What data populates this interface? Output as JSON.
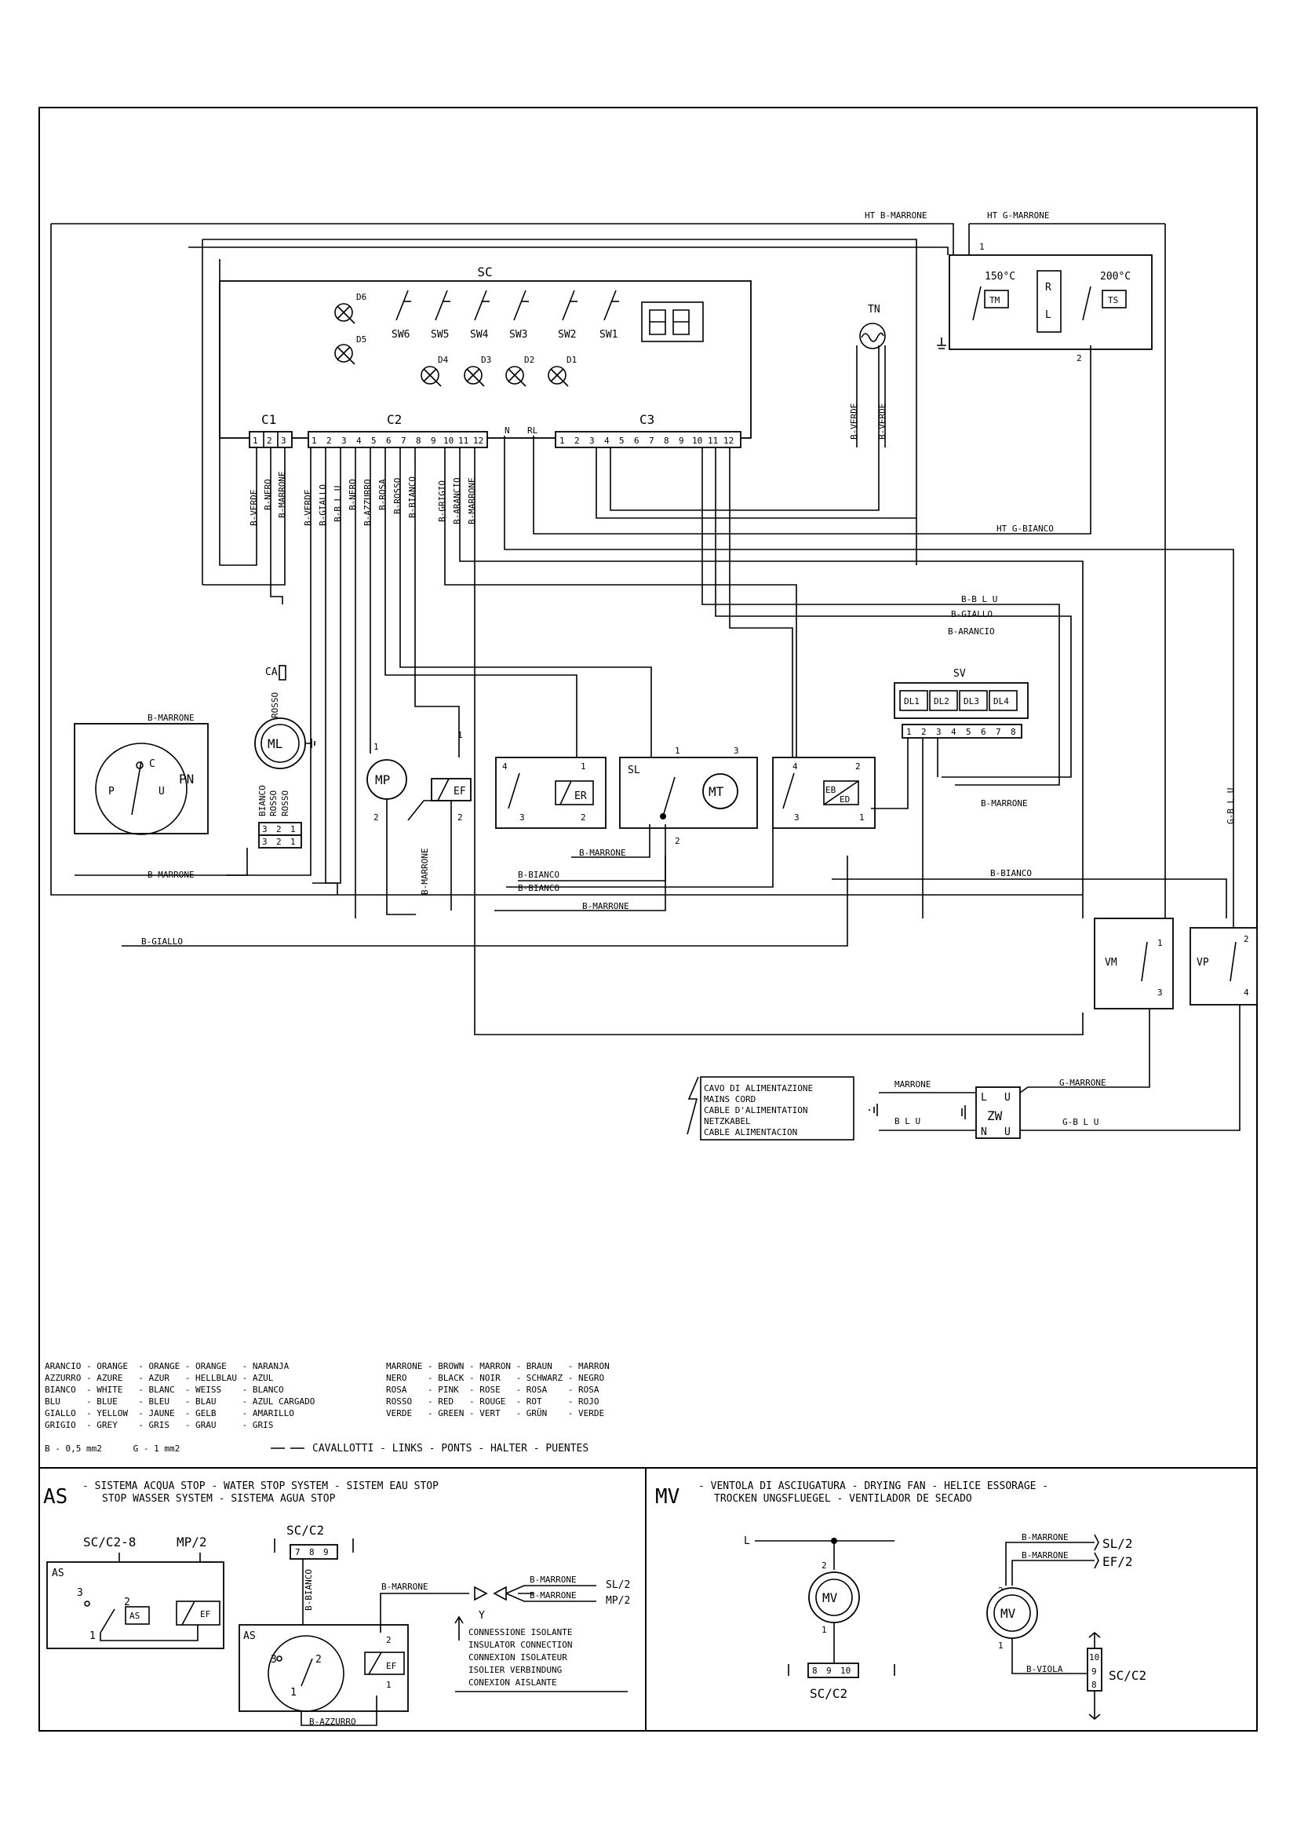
{
  "components": {
    "sc": "SC",
    "c1": "C1",
    "c2": "C2",
    "c3": "C3",
    "tn": "TN",
    "n": "N",
    "rl": "RL",
    "d6": "D6",
    "d5": "D5",
    "d4": "D4",
    "d3": "D3",
    "d2": "D2",
    "d1": "D1",
    "sw6": "SW6",
    "sw5": "SW5",
    "sw4": "SW4",
    "sw3": "SW3",
    "sw2": "SW2",
    "sw1": "SW1",
    "tm": "TM",
    "ts": "TS",
    "r": "R",
    "l": "L",
    "t150": "150°C",
    "t200": "200°C",
    "ca": "CA",
    "ml": "ML",
    "pn": "PN",
    "c": "C",
    "p": "P",
    "u": "U",
    "mp": "MP",
    "ef": "EF",
    "er": "ER",
    "sl": "SL",
    "mt": "MT",
    "eb": "EB",
    "ed": "ED",
    "sv": "SV",
    "dl1": "DL1",
    "dl2": "DL2",
    "dl3": "DL3",
    "dl4": "DL4",
    "vm": "VM",
    "vp": "VP",
    "zw": "ZW",
    "zl": "L",
    "zu": "U",
    "zn": "N",
    "zu2": "U"
  },
  "pin_numbers": {
    "c1": [
      "1",
      "2",
      "3"
    ],
    "c2": [
      "1",
      "2",
      "3",
      "4",
      "5",
      "6",
      "7",
      "8",
      "9",
      "10",
      "11",
      "12"
    ],
    "c3": [
      "1",
      "2",
      "3",
      "4",
      "5",
      "6",
      "7",
      "8",
      "9",
      "10",
      "11",
      "12"
    ],
    "sv": [
      "1",
      "2",
      "3",
      "4",
      "5",
      "6",
      "7",
      "8"
    ],
    "ml_term_top": [
      "3",
      "2",
      "1"
    ],
    "ml_term_bot": [
      "3",
      "2",
      "1"
    ]
  },
  "wire_labels": {
    "ht_b_marrone": "HT B-MARRONE",
    "ht_g_marrone": "HT G-MARRONE",
    "ht_g_bianco": "HT G-BIANCO",
    "b_verde_tn1": "B-VERDE",
    "b_verde_tn2": "B-VERDE",
    "c1_1": "B-VERDE",
    "c1_2": "B-NERO",
    "c1_3": "B-MARRONE",
    "c2_1": "B-VERDE",
    "c2_2": "B-GIALLO",
    "c2_3": "B-B L U",
    "c2_4": "B-NERO",
    "c2_5": "B-AZZURRO",
    "c2_6": "B-ROSA",
    "c2_7": "B-ROSSO",
    "c2_8": "B-BIANCO",
    "c2_10": "B-GRIGIO",
    "c2_11": "B-ARANCIO",
    "c2_12": "B-MARRONE",
    "b_blu": "B-B L U",
    "b_giallo": "B-GIALLO",
    "b_arancio": "B-ARANCIO",
    "b_marrone_pn": "B-MARRONE",
    "b_marrone_pn2": "B-MARRONE",
    "rosso_ca": "ROSSO",
    "bianco_ml": "BIANCO",
    "rosso_ml1": "ROSSO",
    "rosso_ml2": "ROSSO",
    "b_marrone_ef": "B-MARRONE",
    "b_marrone_sl": "B-MARRONE",
    "b_bianco_1": "B-BIANCO",
    "b_bianco_2": "B-BIANCO",
    "b_marrone_low": "B-MARRONE",
    "b_marrone_sv": "B-MARRONE",
    "b_bianco_right": "B-BIANCO",
    "b_giallo_bottom": "B-GIALLO",
    "g_blu": "G-B L U",
    "marrone": "MARRONE",
    "blu": "B L U",
    "g_marrone": "G-MARRONE",
    "g_blu_bottom": "G-B L U"
  },
  "mains_cord": [
    "CAVO DI ALIMENTAZIONE",
    "MAINS CORD",
    "CABLE D'ALIMENTATION",
    "NETZKABEL",
    "CABLE ALIMENTACION"
  ],
  "legend": {
    "left": [
      "ARANCIO - ORANGE  - ORANGE - ORANGE   - NARANJA",
      "AZZURRO - AZURE   - AZUR   - HELLBLAU - AZUL",
      "BIANCO  - WHITE   - BLANC  - WEISS    - BLANCO",
      "BLU     - BLUE    - BLEU   - BLAU     - AZUL CARGADO",
      "GIALLO  - YELLOW  - JAUNE  - GELB     - AMARILLO",
      "GRIGIO  - GREY    - GRIS   - GRAU     - GRIS"
    ],
    "right": [
      "MARRONE - BROWN - MARRON - BRAUN   - MARRON",
      "NERO    - BLACK - NOIR   - SCHWARZ - NEGRO",
      "ROSA    - PINK  - ROSE   - ROSA    - ROSA",
      "ROSSO   - RED   - ROUGE  - ROT     - ROJO",
      "VERDE   - GREEN - VERT   - GRÜN    - VERDE"
    ],
    "sizes": "B - 0,5 mm2      G - 1 mm2",
    "links": "CAVALLOTTI - LINKS - PONTS - HALTER - PUENTES"
  },
  "as_section": {
    "tag": "AS",
    "line1": "- SISTEMA ACQUA STOP - WATER STOP SYSTEM - SISTEM EAU STOP",
    "line2": "STOP WASSER SYSTEM - SISTEMA AGUA STOP",
    "sc_c2_8": "SC/C2-8",
    "mp_2": "MP/2",
    "as_box": "AS",
    "as_relay": "AS",
    "ef_relay": "EF",
    "sc_c2": "SC/C2",
    "pins": [
      "7",
      "8",
      "9"
    ],
    "b_bianco": "B-BIANCO",
    "b_marrone": "B-MARRONE",
    "b_azzurro": "B-AZZURRO",
    "conn_b_marrone_1": "B-MARRONE",
    "conn_b_marrone_2": "B-MARRONE",
    "sl_2": "SL/2",
    "mp_2b": "MP/2",
    "y": "Y",
    "conn_lines": [
      "CONNESSIONE ISOLANTE",
      "INSULATOR CONNECTION",
      "CONNEXION ISOLATEUR",
      "ISOLIER VERBINDUNG",
      "CONEXION AISLANTE"
    ],
    "ef_box": "EF",
    "as_box2": "AS"
  },
  "mv_section": {
    "tag": "MV",
    "line1": "- VENTOLA DI ASCIUGATURA - DRYING FAN - HELICE ESSORAGE -",
    "line2": "TROCKEN UNGSFLUEGEL - VENTILADOR DE SECADO",
    "l": "L",
    "mv": "MV",
    "mv2": "MV",
    "pins": [
      "8",
      "9",
      "10"
    ],
    "sc_c2": "SC/C2",
    "b_marrone_1": "B-MARRONE",
    "b_marrone_2": "B-MARRONE",
    "sl_2": "SL/2",
    "ef_2": "EF/2",
    "b_viola": "B-VIOLA",
    "pins_v": [
      "10",
      "9",
      "8"
    ],
    "sc_c2_b": "SC/C2"
  }
}
